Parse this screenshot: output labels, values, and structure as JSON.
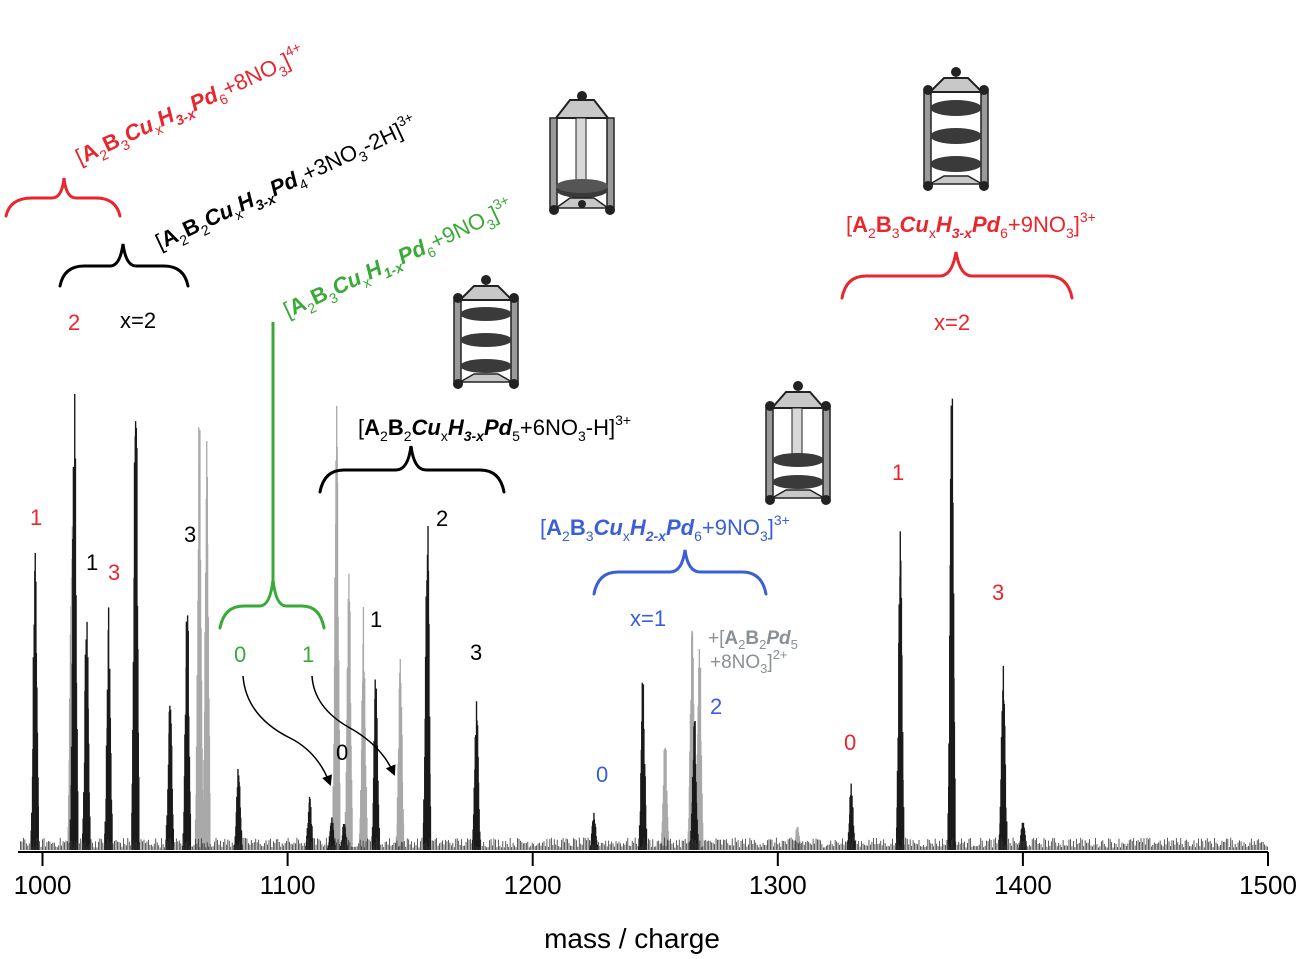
{
  "chart_data": {
    "type": "line",
    "xlabel": "mass / charge",
    "ylabel": "",
    "xlim": [
      990,
      1500
    ],
    "x_ticks": [
      "1000",
      "1100",
      "1200",
      "1300",
      "1400",
      "1500"
    ],
    "y_axis_shown": false,
    "grid": false,
    "series": [
      {
        "style": "dark",
        "peaks": [
          [
            997,
            0.62
          ],
          [
            1013,
            1.0
          ],
          [
            1018,
            0.52
          ],
          [
            1027,
            0.49
          ],
          [
            1038,
            1.0
          ],
          [
            1052,
            0.34
          ],
          [
            1059,
            0.57
          ],
          [
            1080,
            0.18
          ],
          [
            1109,
            0.11
          ],
          [
            1118,
            0.07
          ],
          [
            1123,
            0.06
          ],
          [
            1136,
            0.38
          ],
          [
            1157,
            0.73
          ],
          [
            1177,
            0.32
          ],
          [
            1225,
            0.08
          ],
          [
            1245,
            0.36
          ],
          [
            1266,
            0.28
          ],
          [
            1330,
            0.14
          ],
          [
            1350,
            0.68
          ],
          [
            1371,
            1.0
          ],
          [
            1392,
            0.41
          ],
          [
            1400,
            0.07
          ]
        ]
      },
      {
        "style": "light",
        "peaks": [
          [
            1012,
            0.72
          ],
          [
            1064,
            0.92
          ],
          [
            1067,
            0.85
          ],
          [
            1120,
            0.92
          ],
          [
            1125,
            0.6
          ],
          [
            1131,
            0.5
          ],
          [
            1146,
            0.4
          ],
          [
            1254,
            0.25
          ],
          [
            1265,
            0.48
          ],
          [
            1268,
            0.46
          ],
          [
            1308,
            0.05
          ]
        ]
      }
    ],
    "annotations": {
      "red_top": {
        "t1": "[",
        "b1": "A",
        "s1": "2",
        "b2": "B",
        "s2": "3",
        "b3": "Cu",
        "s3": "x",
        "b4": "H",
        "s4": "3-x",
        "b5": "Pd",
        "s5": "6",
        "t2": "+8NO",
        "s6": "3",
        "t3": "]",
        "sup": "4+"
      },
      "black_top": {
        "t1": "[",
        "b1": "A",
        "s1": "2",
        "b2": "B",
        "s2": "2",
        "b3": "Cu",
        "s3": "x",
        "b4": "H",
        "s4": "3-x",
        "b5": "Pd",
        "s5": "4",
        "t2": "+3NO",
        "s6": "3",
        "t3": "-2H]",
        "sup": "3+"
      },
      "green": {
        "t1": "[",
        "b1": "A",
        "s1": "2",
        "b2": "B",
        "s2": "3",
        "b3": "Cu",
        "s3": "x",
        "b4": "H",
        "s4": "1-x",
        "b5": "Pd",
        "s5": "6",
        "t2": "+9NO",
        "s6": "3",
        "t3": "]",
        "sup": "3+"
      },
      "black_mid": {
        "t1": "[",
        "b1": "A",
        "s1": "2",
        "b2": "B",
        "s2": "2",
        "b3": "Cu",
        "s3": "x",
        "b4": "H",
        "s4": "3-x",
        "b5": "Pd",
        "s5": "5",
        "t2": "+6NO",
        "s6": "3",
        "t3": "-H]",
        "sup": "3+"
      },
      "blue": {
        "t1": "[",
        "b1": "A",
        "s1": "2",
        "b2": "B",
        "s2": "3",
        "b3": "Cu",
        "s3": "x",
        "b4": "H",
        "s4": "2-x",
        "b5": "Pd",
        "s5": "6",
        "t2": "+9NO",
        "s6": "3",
        "t3": "]",
        "sup": "3+"
      },
      "red_right": {
        "t1": "[",
        "b1": "A",
        "s1": "2",
        "b2": "B",
        "s2": "3",
        "b3": "Cu",
        "s3": "x",
        "b4": "H",
        "s4": "3-x",
        "b5": "Pd",
        "s5": "6",
        "t2": "+9NO",
        "s6": "3",
        "t3": "]",
        "sup": "3+"
      },
      "gray": {
        "l1a": "+[",
        "l1b": "A",
        "l1c": "2",
        "l1d": "B",
        "l1e": "2",
        "l1f": "Pd",
        "l1g": "5",
        "l2a": "+8NO",
        "l2b": "3",
        "l2c": "]",
        "l2d": "2+"
      }
    },
    "peak_labels": [
      {
        "text": "1",
        "color": "#e8262d"
      },
      {
        "text": "2",
        "color": "#e8262d"
      },
      {
        "text": "3",
        "color": "#e8262d"
      },
      {
        "text": "1",
        "color": "#000000"
      },
      {
        "text": "x=2",
        "color": "#000000"
      },
      {
        "text": "3",
        "color": "#000000"
      },
      {
        "text": "0",
        "color": "#3aa935"
      },
      {
        "text": "1",
        "color": "#3aa935"
      },
      {
        "text": "0",
        "color": "#000000"
      },
      {
        "text": "1",
        "color": "#000000"
      },
      {
        "text": "2",
        "color": "#000000"
      },
      {
        "text": "3",
        "color": "#000000"
      },
      {
        "text": "x=1",
        "color": "#3a5fd6"
      },
      {
        "text": "0",
        "color": "#3a5fd6"
      },
      {
        "text": "2",
        "color": "#3a5fd6"
      },
      {
        "text": "x=2",
        "color": "#e8262d"
      },
      {
        "text": "0",
        "color": "#e8262d"
      },
      {
        "text": "1",
        "color": "#e8262d"
      },
      {
        "text": "3",
        "color": "#e8262d"
      }
    ],
    "colors": {
      "red": "#e8262d",
      "black": "#000000",
      "green": "#3aa935",
      "blue": "#3a5fd6",
      "gray": "#8a9096",
      "peak_dark": "#1a1a1a",
      "peak_light": "#a9a9a9"
    }
  }
}
